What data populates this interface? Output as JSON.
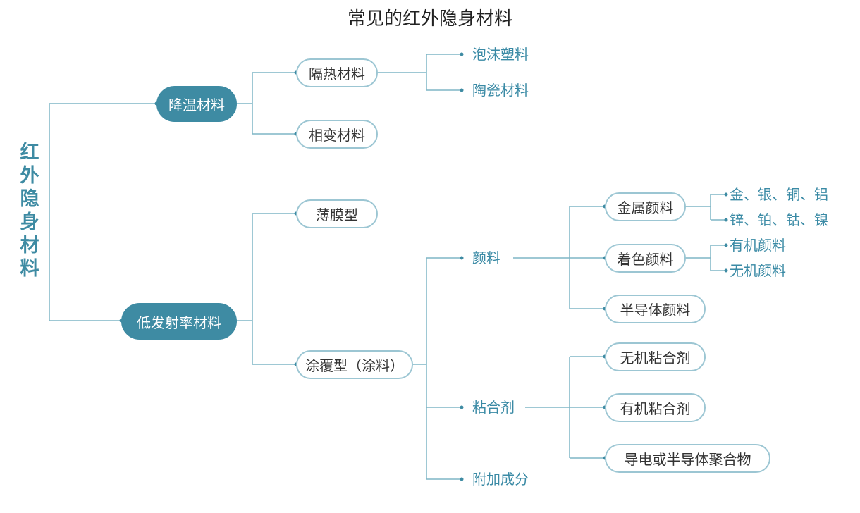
{
  "title": "常见的红外隐身材料",
  "root": "红外隐身材料",
  "colors": {
    "accent": "#3e8ba3",
    "line": "#7fb5c5",
    "pill_border": "#9cc6d3"
  },
  "nodes": {
    "cooling": "降温材料",
    "low_emissivity": "低发射率材料",
    "insulation": "隔热材料",
    "phase_change": "相变材料",
    "foam": "泡沫塑料",
    "ceramic": "陶瓷材料",
    "film": "薄膜型",
    "coating": "涂覆型（涂料）",
    "pigment": "颜料",
    "binder": "粘合剂",
    "additive": "附加成分",
    "metal_pigment": "金属颜料",
    "color_pigment": "着色颜料",
    "semiconductor_pigment": "半导体颜料",
    "metals_1": "金、银、铜、铝",
    "metals_2": "锌、铂、钴、镍",
    "organic_pigment": "有机颜料",
    "inorganic_pigment": "无机颜料",
    "inorganic_binder": "无机粘合剂",
    "organic_binder": "有机粘合剂",
    "conductive_polymer": "导电或半导体聚合物"
  }
}
